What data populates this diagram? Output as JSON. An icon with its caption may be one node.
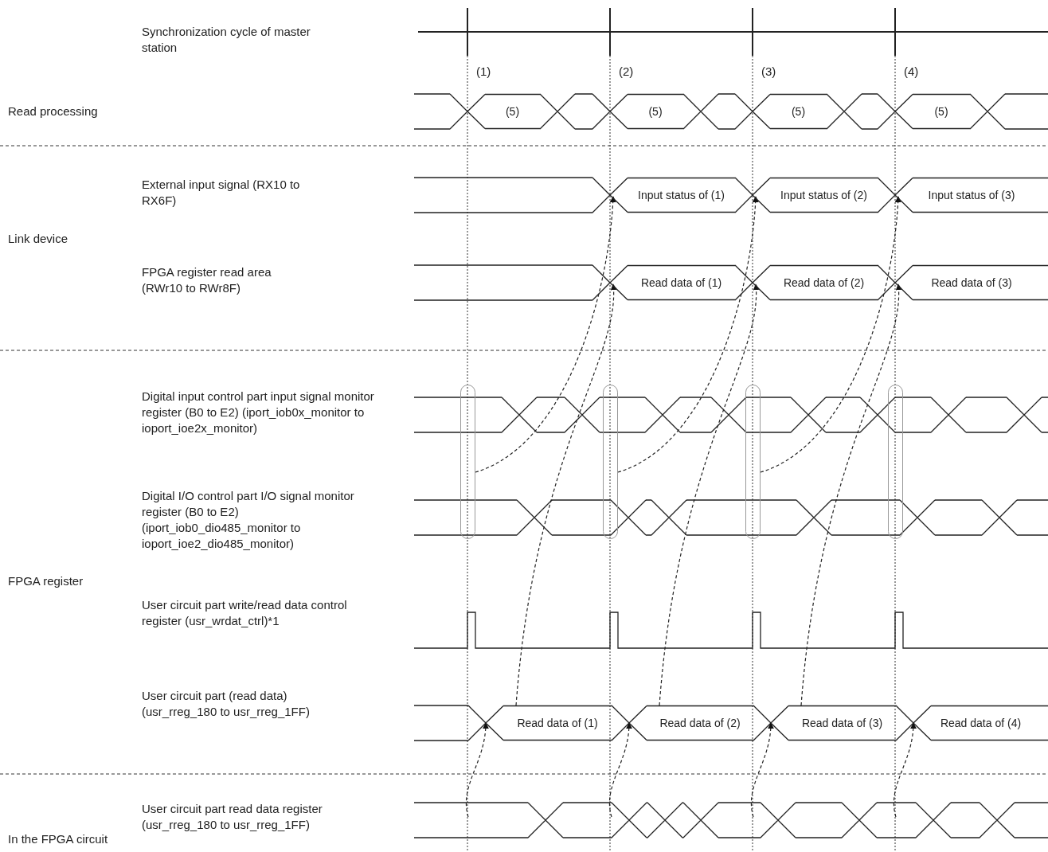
{
  "diagram": {
    "nodes": [
      {
        "text": [
          "(5)"
        ]
      },
      {
        "text": [
          "(5)"
        ]
      },
      {
        "text": [
          "(5)"
        ]
      },
      {
        "text": [
          "(5)"
        ]
      },
      {
        "text": [
          "Input status of (1)"
        ]
      },
      {
        "text": [
          "Input status of (2)"
        ]
      },
      {
        "text": [
          "Input status of (3)"
        ]
      },
      {
        "text": [
          "Read data of (1)"
        ]
      },
      {
        "text": [
          "Read data of (2)"
        ]
      },
      {
        "text": [
          "Read data of (3)"
        ]
      },
      {
        "text": [],
        "shape": "box"
      },
      {
        "text": [],
        "shape": "box"
      },
      {
        "text": [],
        "shape": "box"
      },
      {
        "text": [],
        "shape": "box"
      },
      {
        "text": [
          "Read data of (1)"
        ]
      },
      {
        "text": [
          "Read data of (2)"
        ]
      },
      {
        "text": [
          "Read data of (3)"
        ]
      },
      {
        "text": [
          "Read data of (4)"
        ]
      }
    ],
    "edges": [
      {
        "from": 10,
        "to": 4,
        "arrow": "to",
        "style": "dashed"
      },
      {
        "from": 11,
        "to": 5,
        "arrow": "to",
        "style": "dashed"
      },
      {
        "from": 12,
        "to": 6,
        "arrow": "to",
        "style": "dashed"
      },
      {
        "from": 14,
        "to": 7,
        "arrow": "to",
        "style": "dashed"
      },
      {
        "from": 15,
        "to": 8,
        "arrow": "to",
        "style": "dashed"
      },
      {
        "from": 16,
        "to": 9,
        "arrow": "to",
        "style": "dashed"
      },
      {
        "from": null,
        "to": 14,
        "arrow": "to",
        "style": "dashed"
      },
      {
        "from": null,
        "to": 15,
        "arrow": "to",
        "style": "dashed"
      },
      {
        "from": null,
        "to": 16,
        "arrow": "to",
        "style": "dashed"
      },
      {
        "from": null,
        "to": 17,
        "arrow": "to",
        "style": "dashed"
      }
    ],
    "labels": [
      "Synchronization cycle of master station",
      "(1)",
      "(2)",
      "(3)",
      "(4)",
      "Read processing",
      "External input signal (RX10 to RX6F)",
      "Link device",
      "FPGA register read area (RWr10 to RWr8F)",
      "Digital input control part input signal monitor register (B0 to E2) (iport_iob0x_monitor to ioport_ioe2x_monitor)",
      "Digital I/O control part I/O signal monitor register (B0 to E2) (iport_iob0_dio485_monitor to ioport_ioe2_dio485_monitor)",
      "FPGA register",
      "User circuit part write/read data control register (usr_wrdat_ctrl)*1",
      "User circuit part (read data) (usr_rreg_180 to usr_rreg_1FF)",
      "User circuit part read data register (usr_rreg_180 to usr_rreg_1FF)",
      "In the FPGA circuit"
    ]
  }
}
